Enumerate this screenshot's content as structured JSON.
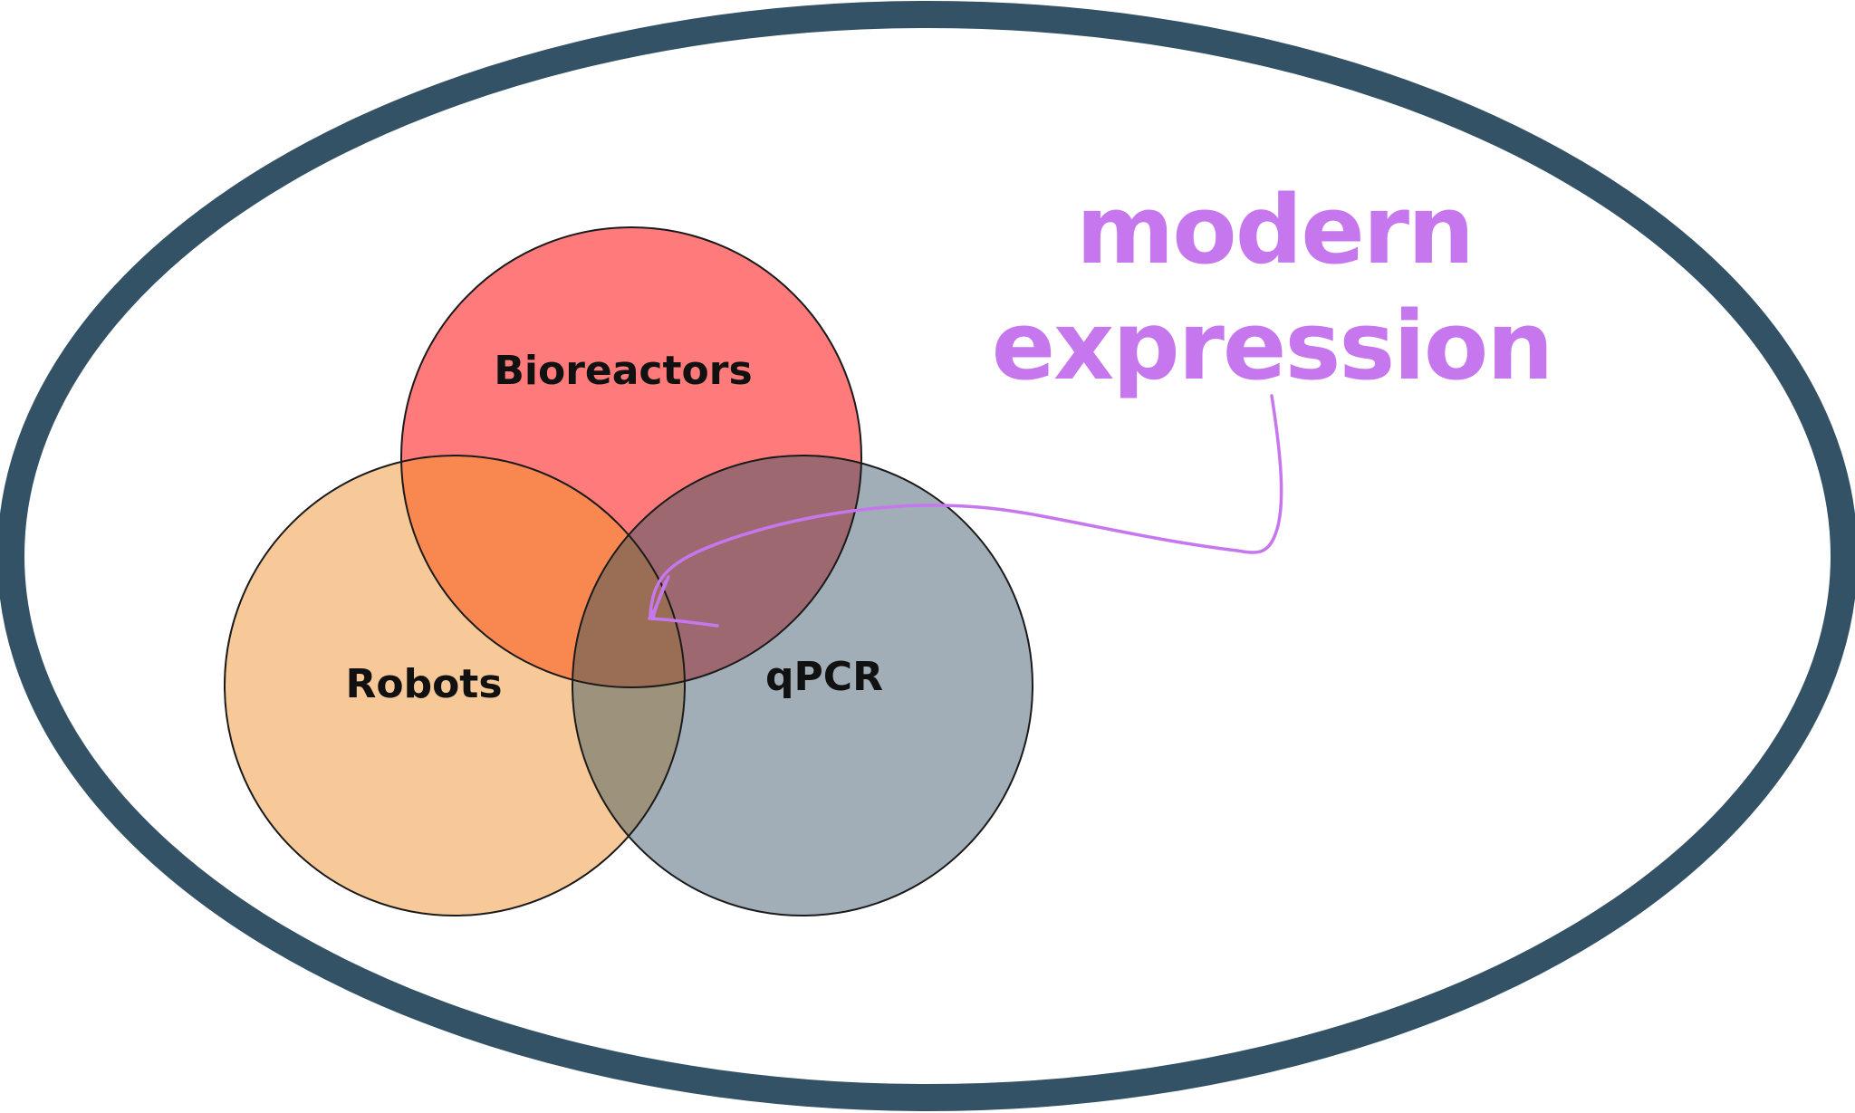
{
  "diagram": {
    "sets": [
      {
        "id": "bioreactors",
        "label": "Bioreactors",
        "color": "#ff7b7b"
      },
      {
        "id": "robots",
        "label": "Robots",
        "color": "#f7c998"
      },
      {
        "id": "qpcr",
        "label": "qPCR",
        "color": "#a1aeb7"
      }
    ],
    "overlap_colors": {
      "bioreactors_robots": "#f88850",
      "bioreactors_qpcr": "#9e6870",
      "robots_qpcr": "#9d927c",
      "all_three": "#9a6d55"
    },
    "frame_color": "#335266",
    "annotation": {
      "line1": "modern",
      "line2": "expression",
      "target": "all_three",
      "color": "#c677ee"
    }
  }
}
